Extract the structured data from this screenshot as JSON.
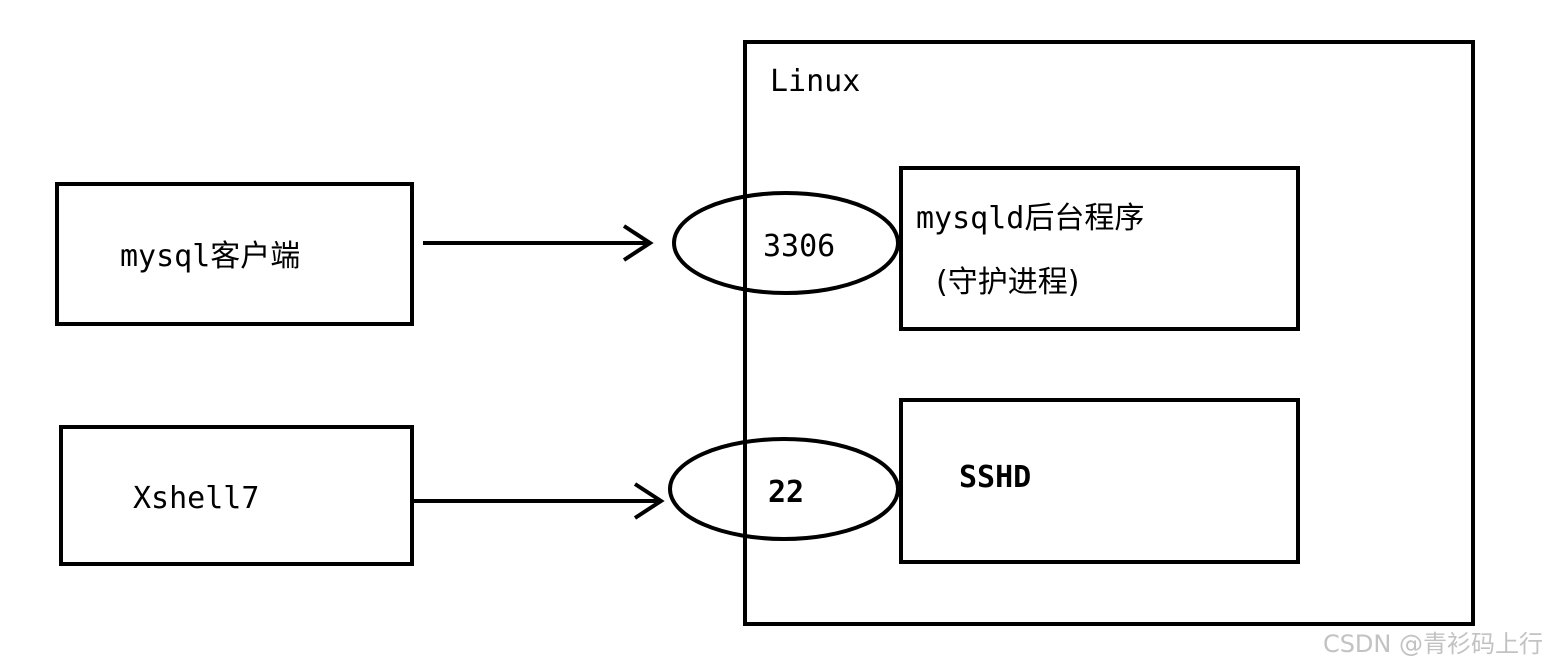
{
  "diagram": {
    "server_label": "Linux",
    "clients": [
      {
        "label": "mysql客户端"
      },
      {
        "label": "Xshell7"
      }
    ],
    "ports": [
      {
        "label": "3306"
      },
      {
        "label": "22"
      }
    ],
    "services": [
      {
        "label_line1": "mysqld后台程序",
        "label_line2": "(守护进程)"
      },
      {
        "label_line1": "SSHD"
      }
    ]
  },
  "watermark": "CSDN @青衫码上行"
}
